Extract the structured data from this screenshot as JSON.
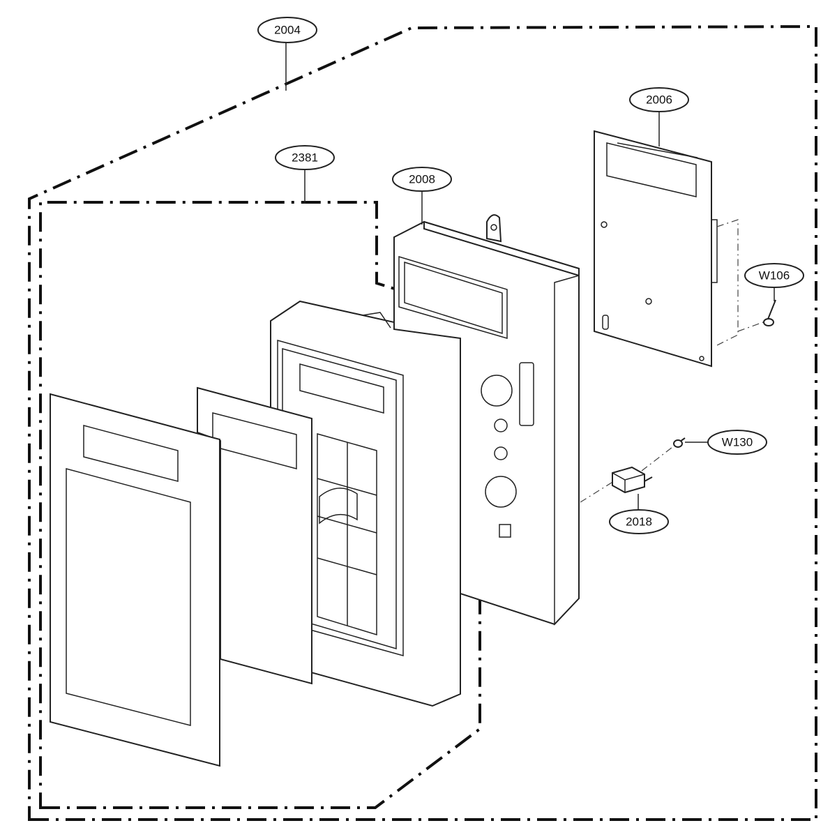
{
  "callouts": {
    "c2004": "2004",
    "c2381": "2381",
    "c2008": "2008",
    "c2006": "2006",
    "cW106": "W106",
    "cW130": "W130",
    "c2018": "2018"
  }
}
